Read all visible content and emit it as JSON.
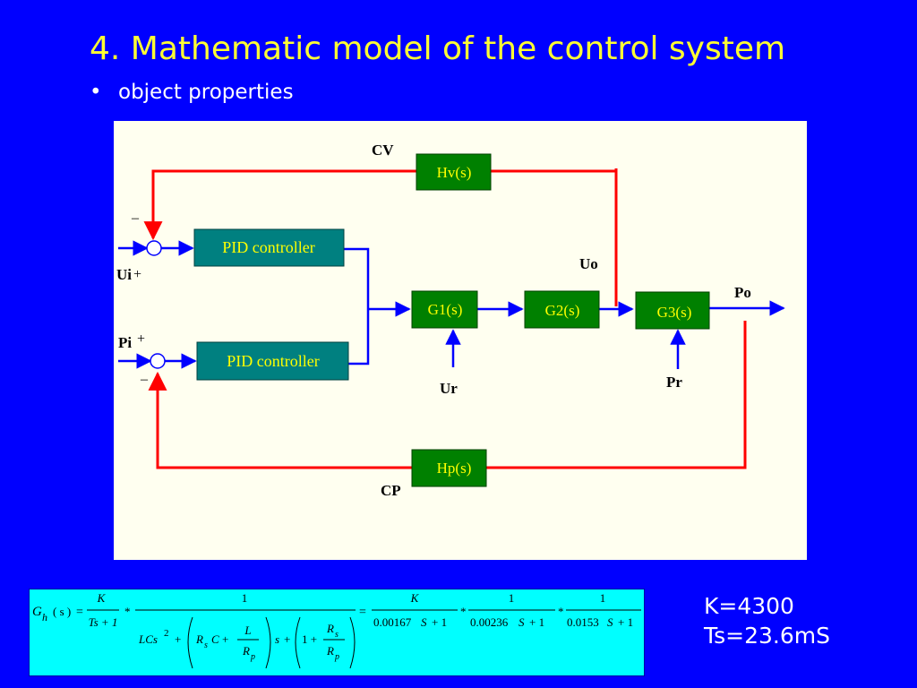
{
  "slide": {
    "title": "4.  Mathematic model of the control system",
    "bullet": "object properties",
    "params": [
      "K=4300",
      "Ts=23.6mS"
    ]
  },
  "diagram": {
    "blocks": {
      "hv": "Hv(s)",
      "pid1": "PID controller",
      "pid2": "PID controller",
      "g1": "G1(s)",
      "g2": "G2(s)",
      "g3": "G3(s)",
      "hp": "Hp(s)"
    },
    "labels": {
      "cv": "CV",
      "cp": "CP",
      "ui": "Ui",
      "pi": "Pi",
      "uo": "Uo",
      "po": "Po",
      "ur": "Ur",
      "pr": "Pr",
      "minus": "–",
      "plus": "+"
    }
  },
  "formula": {
    "lhs": "G",
    "lhs_sub": "h",
    "lhs_arg": "( s )",
    "eq": "=",
    "K": "K",
    "Ts1": "Ts + 1",
    "star": "*",
    "one": "1",
    "LCs": "LCs",
    "sq": "2",
    "plus": "+",
    "R": "R",
    "sub_s": "s",
    "C": "C",
    "L": "L",
    "sub_p": "p",
    "s": "s",
    "paren_one": "1 +",
    "d1": "0.00167",
    "d2": "0.00236",
    "d3": "0.0153",
    "S": "S",
    "plus1": "+ 1"
  },
  "colors": {
    "background": "#0000ff",
    "title": "#ffff33",
    "panel": "#fffff0",
    "block_green": "#008000",
    "block_teal": "#008080",
    "feedback": "#ff0000",
    "arrow": "#0000ff",
    "formula_bg": "#00ffff"
  }
}
